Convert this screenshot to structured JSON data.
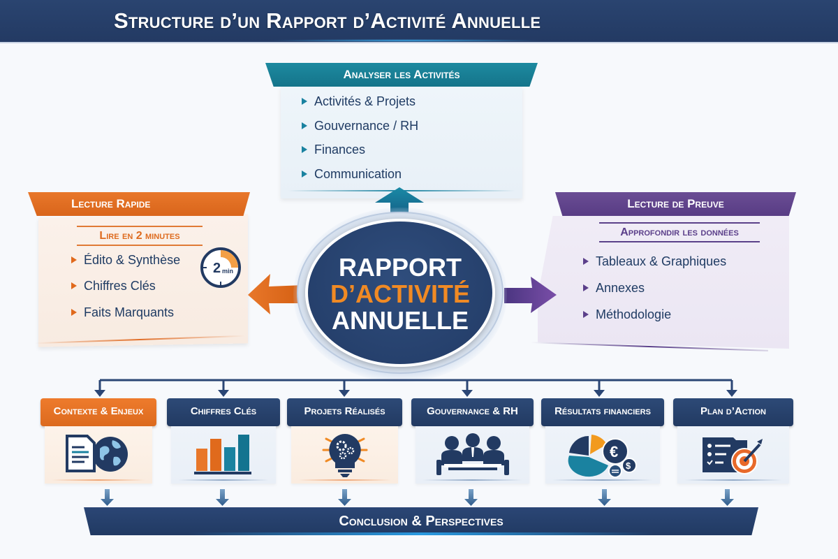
{
  "header": {
    "title": "Structure d’un Rapport d’Activité Annuelle"
  },
  "colors": {
    "navy": "#223a62",
    "orange": "#e0691c",
    "teal": "#1a82a0",
    "purple": "#5b3f8a"
  },
  "top_panel": {
    "title": "Analyser les Activités",
    "items": [
      "Activités & Projets",
      "Gouvernance / RH",
      "Finances",
      "Communication"
    ]
  },
  "left_panel": {
    "title": "Lecture Rapide",
    "subtitle": "Lire en 2 minutes",
    "items": [
      "Édito & Synthèse",
      "Chiffres Clés",
      "Faits Marquants"
    ],
    "clock": {
      "value": "2",
      "unit": "min"
    }
  },
  "right_panel": {
    "title": "Lecture de Preuve",
    "subtitle": "Approfondir les données",
    "items": [
      "Tableaux & Graphiques",
      "Annexes",
      "Méthodologie"
    ]
  },
  "center": {
    "line1": "RAPPORT",
    "line2": "D’ACTIVITÉ",
    "line3": "ANNUELLE"
  },
  "cards": [
    {
      "label": "Contexte & Enjeux",
      "icon": "document-globe-icon"
    },
    {
      "label": "Chiffres Clés",
      "icon": "bar-chart-icon"
    },
    {
      "label": "Projets Réalisés",
      "icon": "lightbulb-gears-icon"
    },
    {
      "label": "Gouvernance & RH",
      "icon": "team-meeting-icon"
    },
    {
      "label": "Résultats financiers",
      "icon": "pie-euro-icon"
    },
    {
      "label": "Plan d’Action",
      "icon": "checklist-target-icon"
    }
  ],
  "footer": {
    "label": "Conclusion & Perspectives"
  }
}
